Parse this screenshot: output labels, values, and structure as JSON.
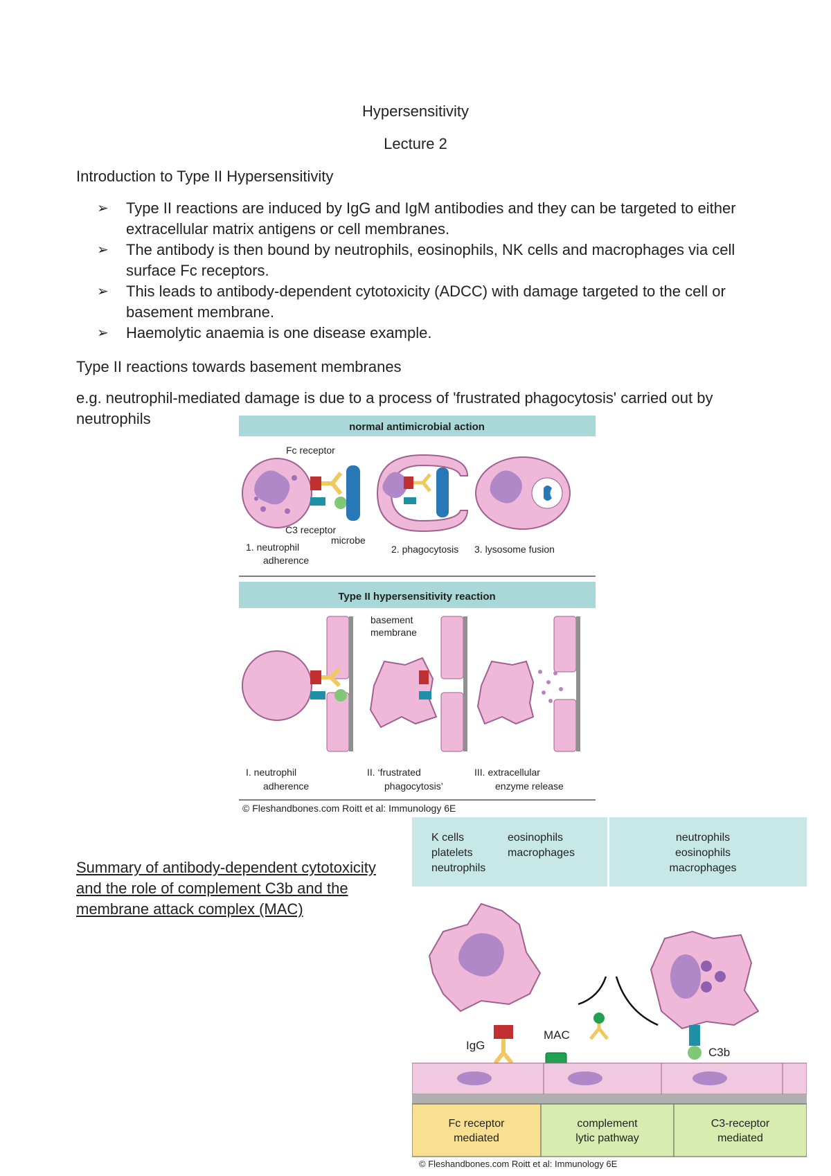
{
  "doc": {
    "title": "Hypersensitivity",
    "lecture": "Lecture 2",
    "intro_heading": "Introduction to Type II Hypersensitivity",
    "bullets": [
      "Type II reactions are induced by IgG and IgM antibodies and they can be targeted to either extracellular matrix antigens or cell membranes.",
      "The antibody is then bound by neutrophils, eosinophils, NK cells and macrophages via cell surface Fc receptors.",
      "This leads to antibody-dependent cytotoxicity (ADCC) with damage targeted to the cell or basement membrane.",
      "Haemolytic anaemia is one disease example."
    ],
    "basement_heading": "Type II reactions towards basement membranes",
    "example_para": "e.g. neutrophil-mediated damage is due to a process of 'frustrated phagocytosis' carried out by neutrophils",
    "summary_link": "Summary of antibody-dependent cytotoxicity and the role of complement C3b and the membrane attack complex (MAC)"
  },
  "figure1": {
    "header_top": "normal antimicrobial action",
    "fc_receptor": "Fc receptor",
    "c3_receptor": "C3 receptor",
    "microbe": "microbe",
    "step1_a": "1.  neutrophil",
    "step1_b": "adherence",
    "step2": "2.  phagocytosis",
    "step3": "3.  lysosome fusion",
    "header_bottom": "Type II hypersensitivity reaction",
    "basement_a": "basement",
    "basement_b": "membrane",
    "stepI_a": "I.  neutrophil",
    "stepI_b": "adherence",
    "stepII_a": "II.  ‘frustrated",
    "stepII_b": "phagocytosis’",
    "stepIII_a": "III.  extracellular",
    "stepIII_b": "enzyme release",
    "credit": "© Fleshandbones.com Roitt et al: Immunology 6E"
  },
  "figure2": {
    "col1_a": "K cells",
    "col1_b": "platelets",
    "col1_c": "neutrophils",
    "col2_a": "eosinophils",
    "col2_b": "macrophages",
    "col3_a": "neutrophils",
    "col3_b": "eosinophils",
    "col3_c": "macrophages",
    "igg": "IgG",
    "mac": "MAC",
    "c3b": "C3b",
    "box1_a": "Fc receptor",
    "box1_b": "mediated",
    "box2_a": "complement",
    "box2_b": "lytic pathway",
    "box3_a": "C3-receptor",
    "box3_b": "mediated",
    "credit": "© Fleshandbones.com Roitt et al: Immunology 6E"
  },
  "colors": {
    "header_teal": "#a8d8d8",
    "cell_pink": "#f0b8d8",
    "nucleus_purple": "#b088c8",
    "receptor_red": "#c03030",
    "antibody_yellow": "#f0c860",
    "microbe_blue": "#2878b8",
    "c3_green": "#80c878",
    "box_yellow": "#f8e090",
    "box_green": "#d8ecb0"
  }
}
